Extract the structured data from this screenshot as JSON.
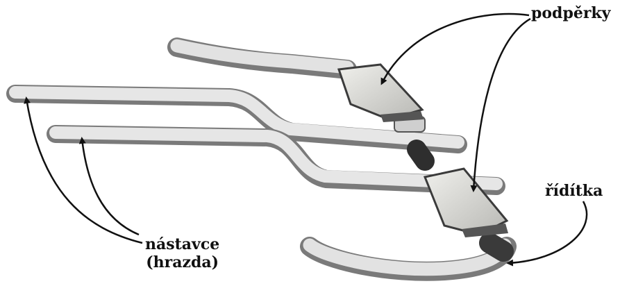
{
  "labels": {
    "podperky": "podpěrky",
    "riditka": "řídítka",
    "nastavce_line1": "nástavce",
    "nastavce_line2": "(hrazda)"
  },
  "colors": {
    "paper": "#ffffff",
    "bar_light": "#e4e4e4",
    "bar_mid": "#bdbdbd",
    "bar_dark": "#6e6e6e",
    "pad": "#d8d8d4",
    "ink": "#111111"
  }
}
